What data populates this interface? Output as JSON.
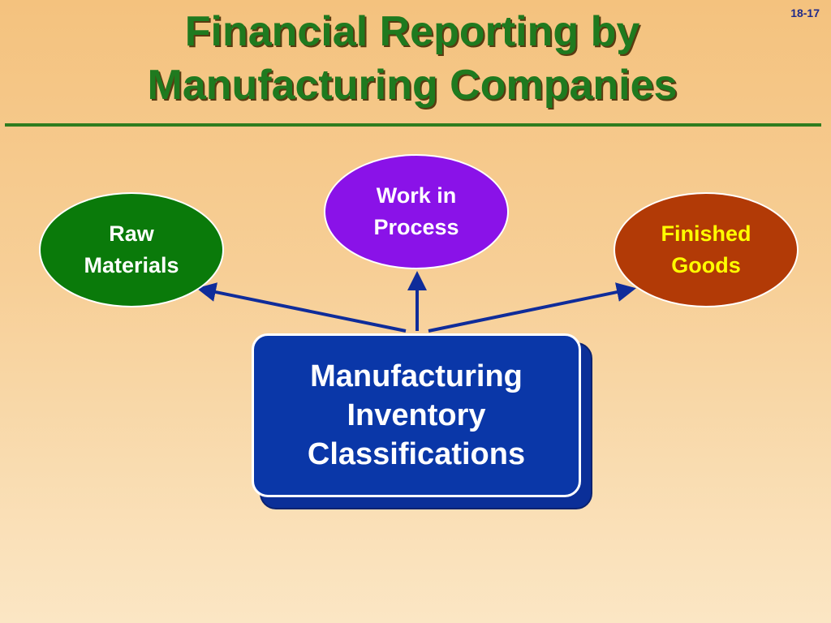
{
  "slide": {
    "number": "18-17",
    "title_line1": "Financial Reporting by",
    "title_line2": "Manufacturing Companies"
  },
  "diagram": {
    "center": {
      "line1": "Manufacturing",
      "line2": "Inventory",
      "line3": "Classifications"
    },
    "nodes": [
      {
        "line1": "Raw",
        "line2": "Materials"
      },
      {
        "line1": "Work in",
        "line2": "Process"
      },
      {
        "line1": "Finished",
        "line2": "Goods"
      }
    ]
  },
  "colors": {
    "title": "#1f7a1f",
    "raw_materials": "#0a7a0a",
    "work_in_process": "#8a12e8",
    "finished_goods": "#b23a06",
    "center_box": "#0a37a8",
    "arrows": "#0f2c9a"
  }
}
